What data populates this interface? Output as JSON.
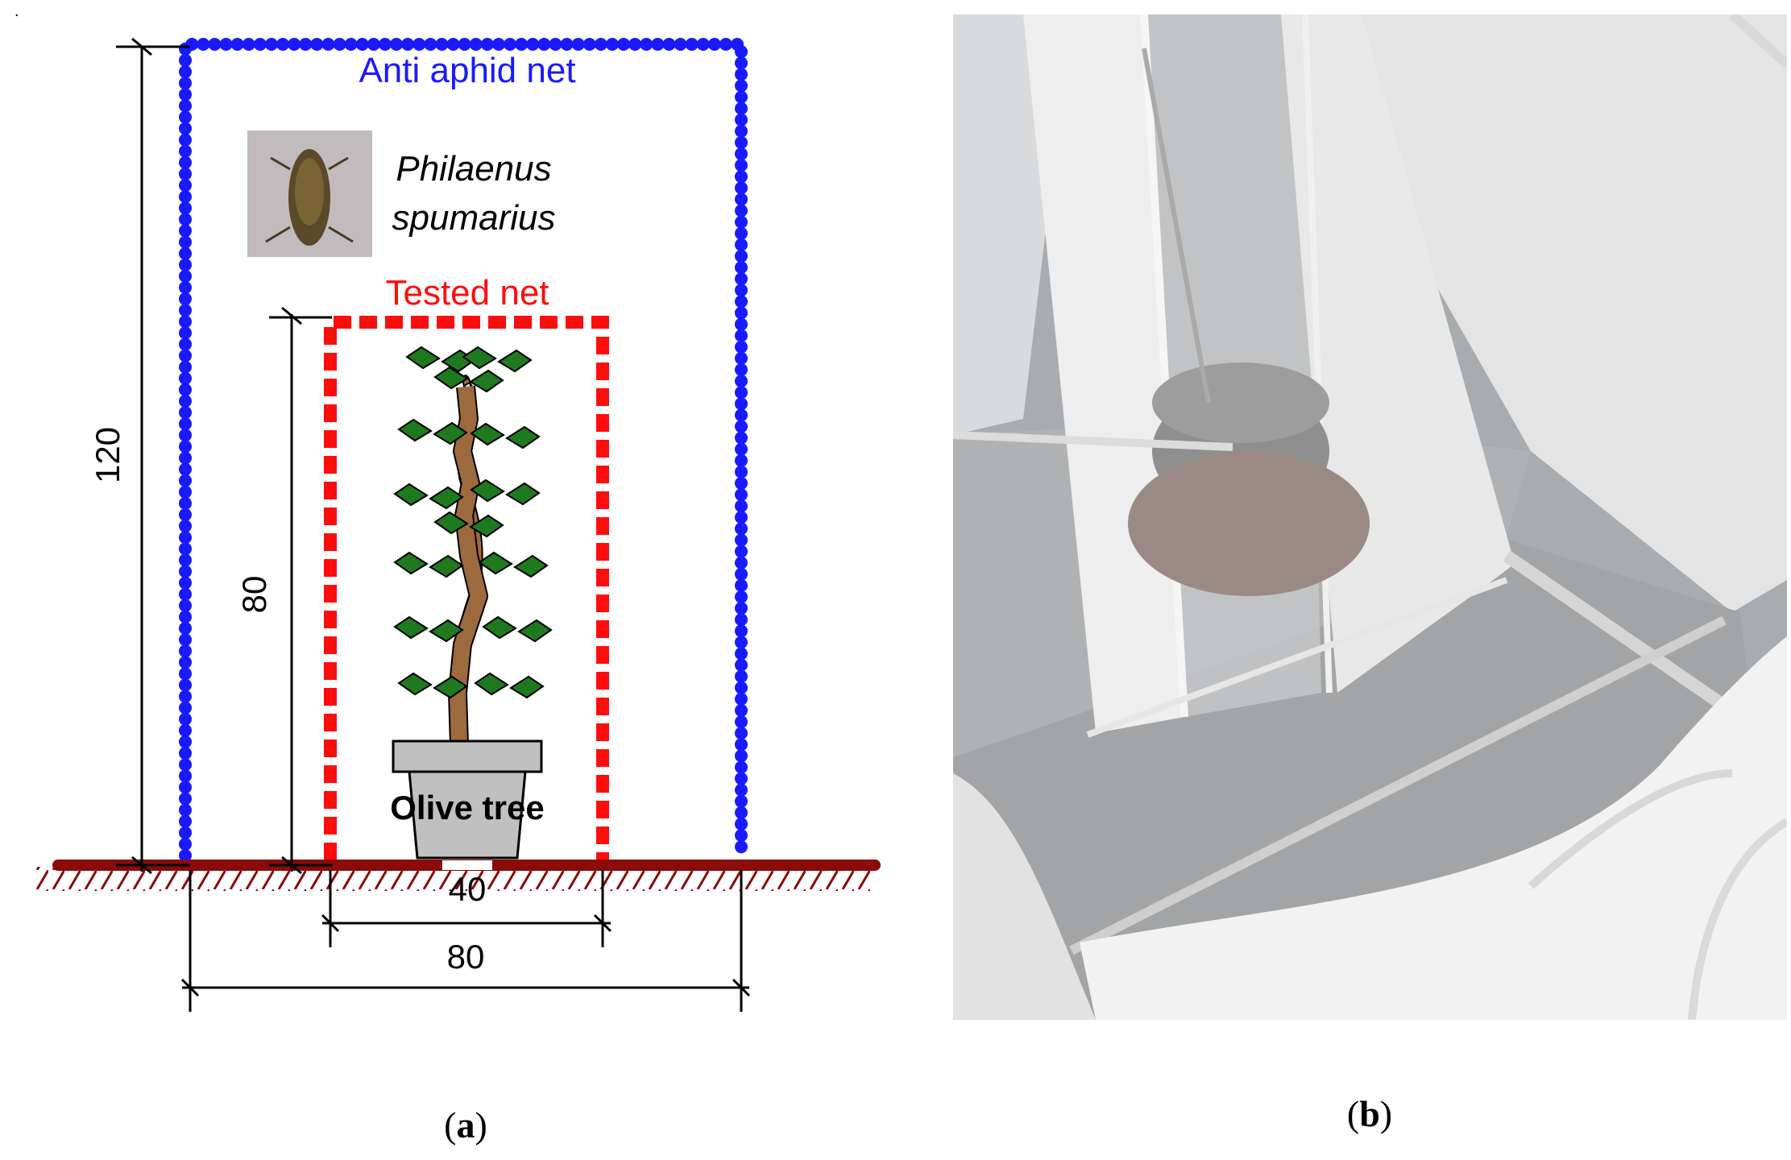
{
  "panel_a": {
    "outer_net_label": "Anti aphid net",
    "inner_net_label": "Tested net",
    "insect_name_line1": "Philaenus",
    "insect_name_line2": "spumarius",
    "plant_label": "Olive tree",
    "dim_outer_height": "120",
    "dim_inner_height": "80",
    "dim_inner_width": "40",
    "dim_outer_width": "80",
    "caption_open": "(",
    "caption_letter": "a",
    "caption_close": ")",
    "stray_mark": "."
  },
  "panel_b": {
    "caption_open": "(",
    "caption_letter": "b",
    "caption_close": ")"
  },
  "colors": {
    "outer_net": "#1a1aff",
    "inner_net": "#ff0d0d",
    "ground": "#8b0a0a",
    "leaf": "#1f7a1f",
    "trunk": "#9c6a3c",
    "pot": "#c0c0c0"
  }
}
